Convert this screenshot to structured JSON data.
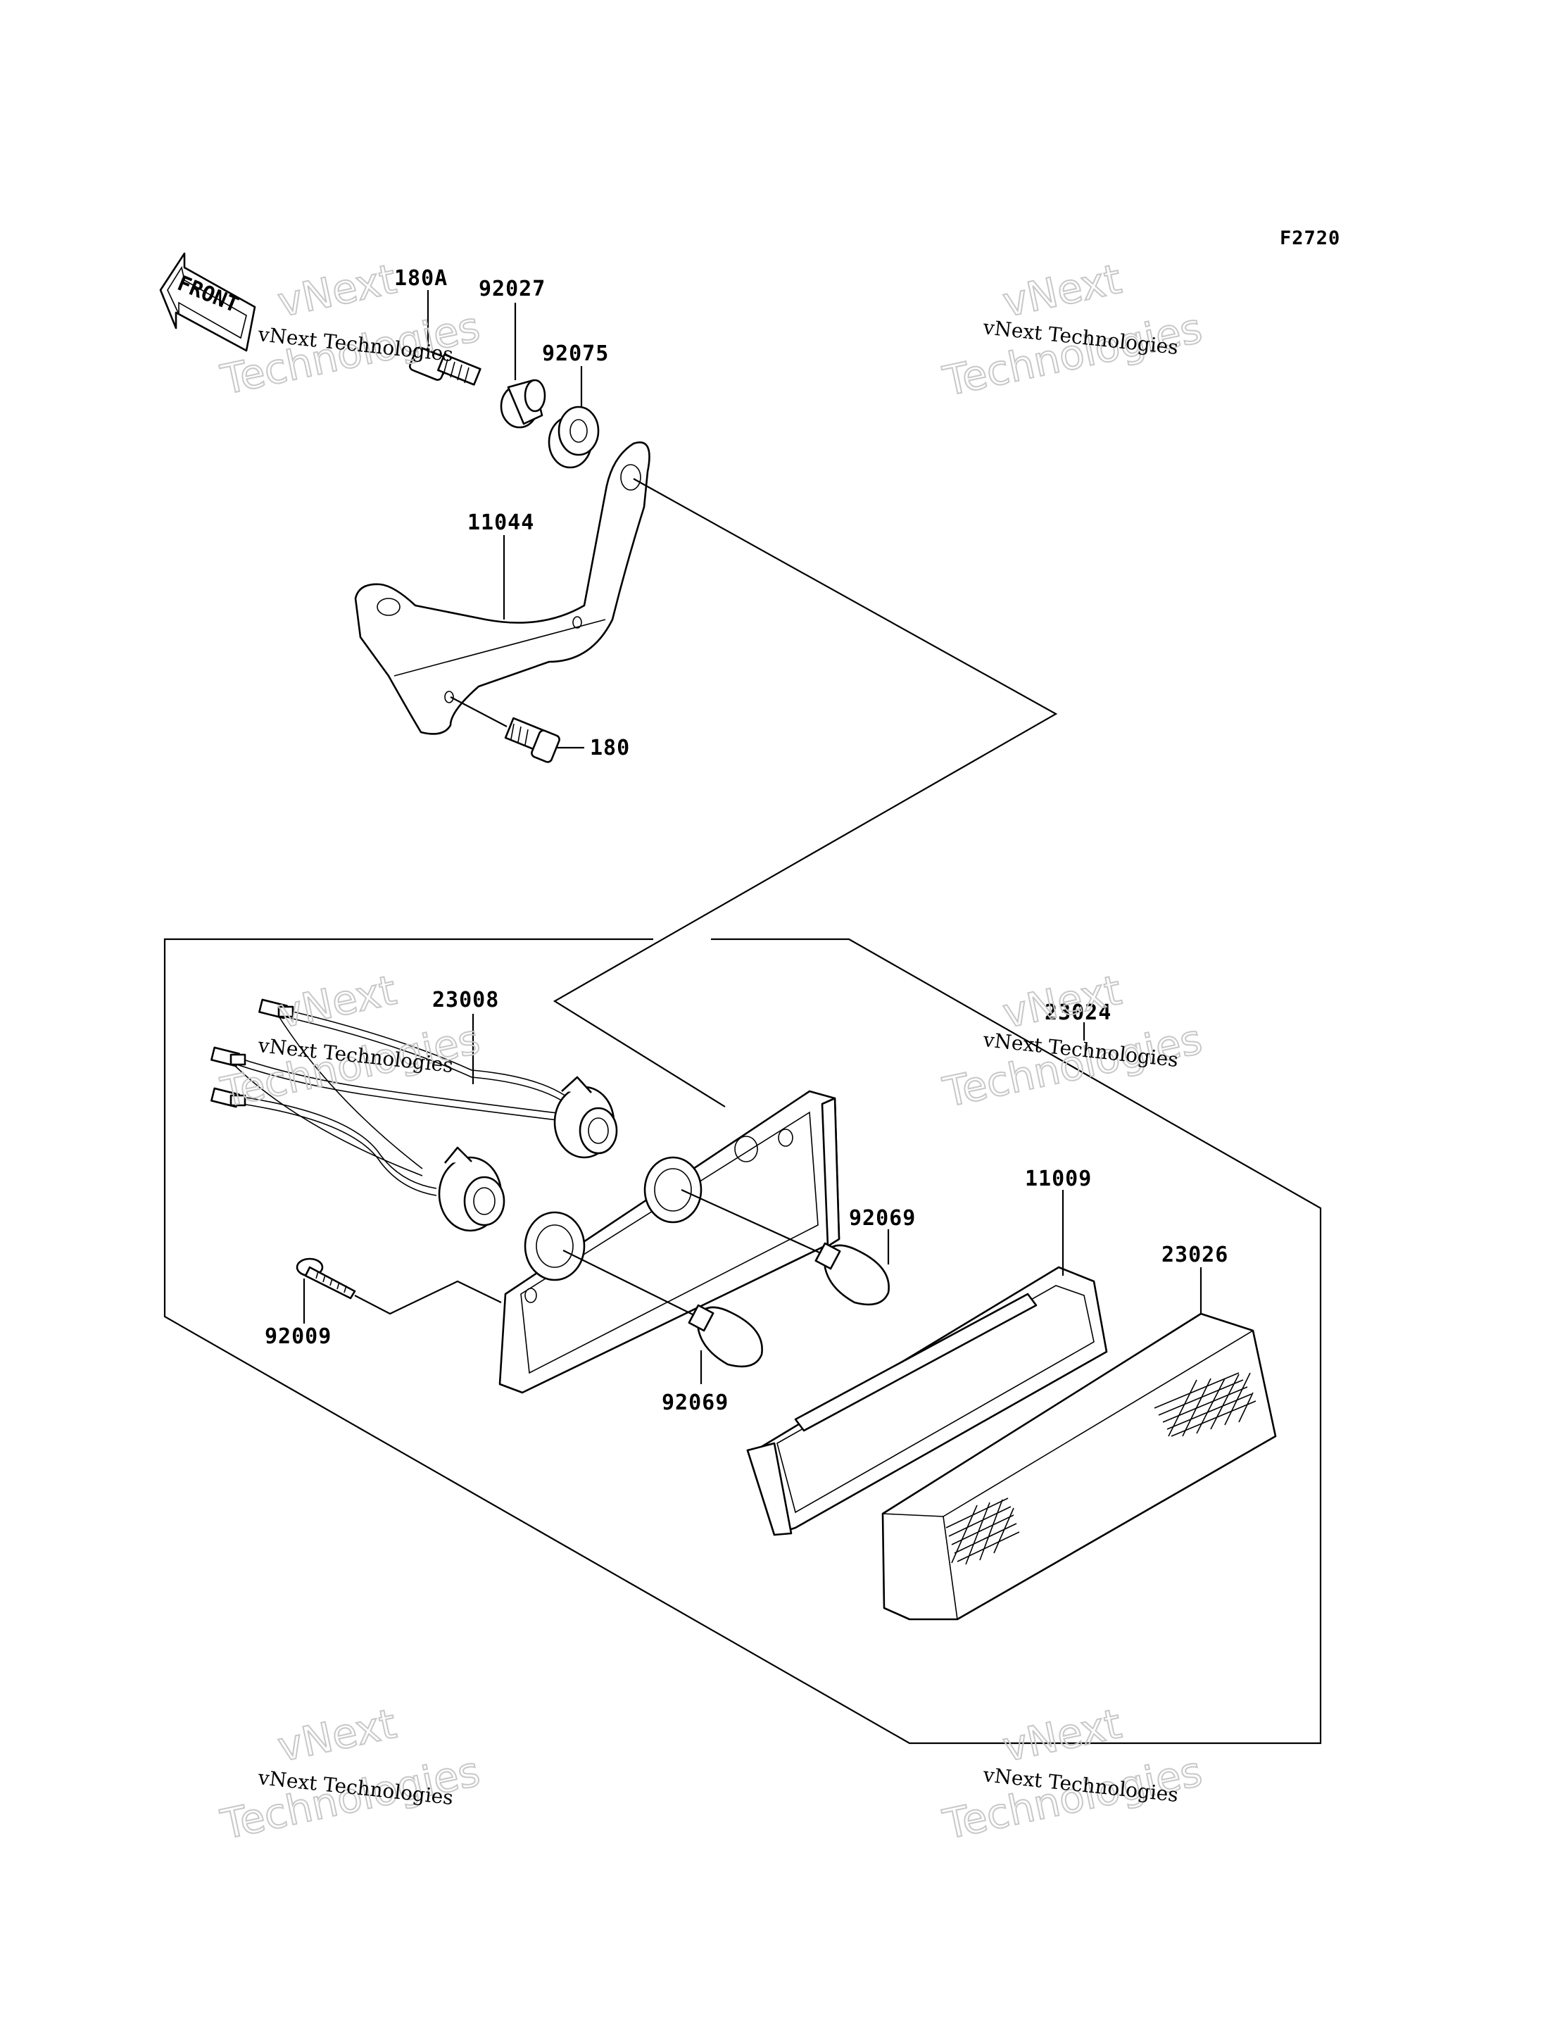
{
  "figure_code": "F2720",
  "direction_label": "FRONT",
  "watermark": {
    "line_small": "vNext Technologies",
    "line_big_1": "vNext",
    "line_big_2": "Technologies"
  },
  "parts": {
    "p180A": "180A",
    "p92027": "92027",
    "p92075": "92075",
    "p11044": "11044",
    "p180": "180",
    "p23008": "23008",
    "p23024": "23024",
    "p11009": "11009",
    "p23026": "23026",
    "p92069_upper": "92069",
    "p92069_lower": "92069",
    "p92009": "92009"
  }
}
